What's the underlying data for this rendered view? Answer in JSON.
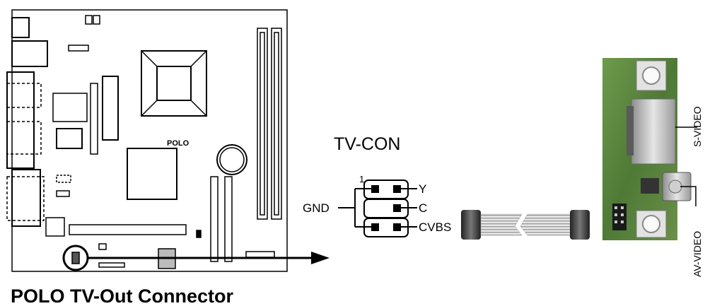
{
  "caption": "POLO TV-Out Connector",
  "board": {
    "chip_label": "POLO"
  },
  "connector": {
    "title": "TV-CON",
    "pin1_marker": "1",
    "pins": [
      {
        "label": "Y"
      },
      {
        "label": "C"
      },
      {
        "label": "CVBS"
      }
    ],
    "ground_label": "GND"
  },
  "module": {
    "svideo_label": "S-VIDEO",
    "avvideo_label": "AV-VIDEO"
  }
}
